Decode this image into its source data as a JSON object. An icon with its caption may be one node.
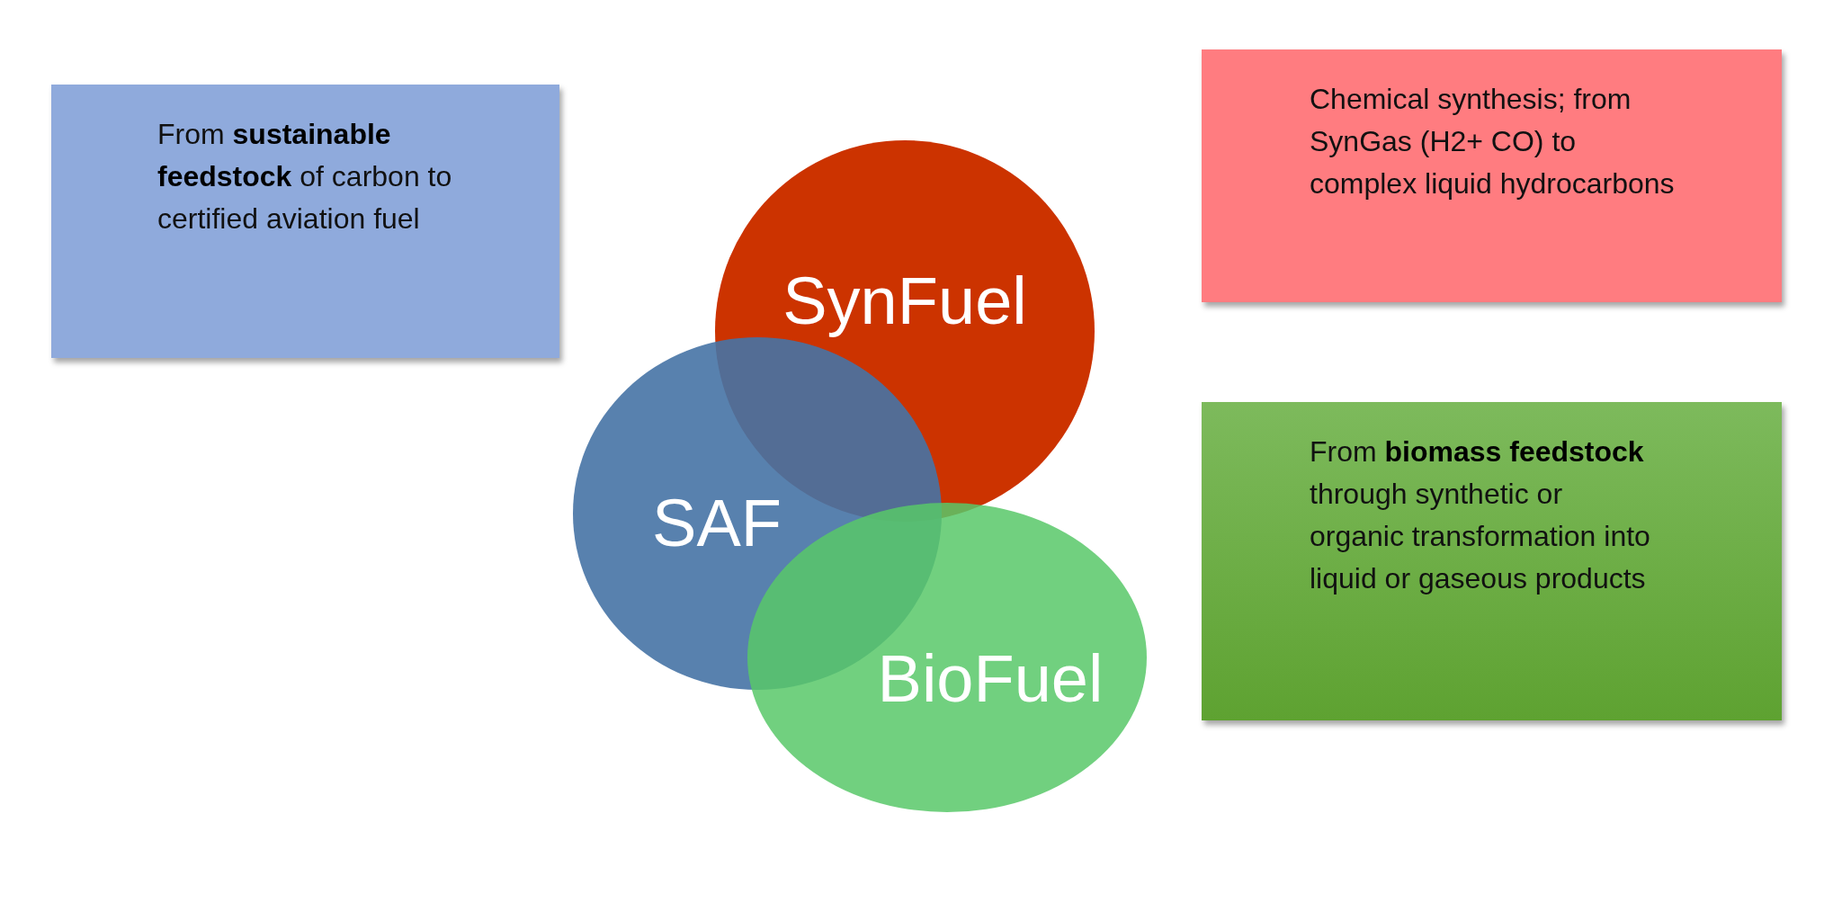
{
  "diagram": {
    "nodes": [
      {
        "text": [
          "From **sustainable feedstock** of carbon to certified aviation fuel"
        ]
      },
      {
        "text": [
          "SynFuel"
        ]
      },
      {
        "text": [
          "SAF"
        ]
      },
      {
        "text": [
          "BioFuel"
        ]
      },
      {
        "text": [
          "Chemical synthesis; from SynGas (H2+ CO) to complex liquid hydrocarbons"
        ]
      },
      {
        "text": [
          "From **biomass feedstock** through synthetic or organic transformation into liquid or gaseous products"
        ]
      }
    ]
  }
}
